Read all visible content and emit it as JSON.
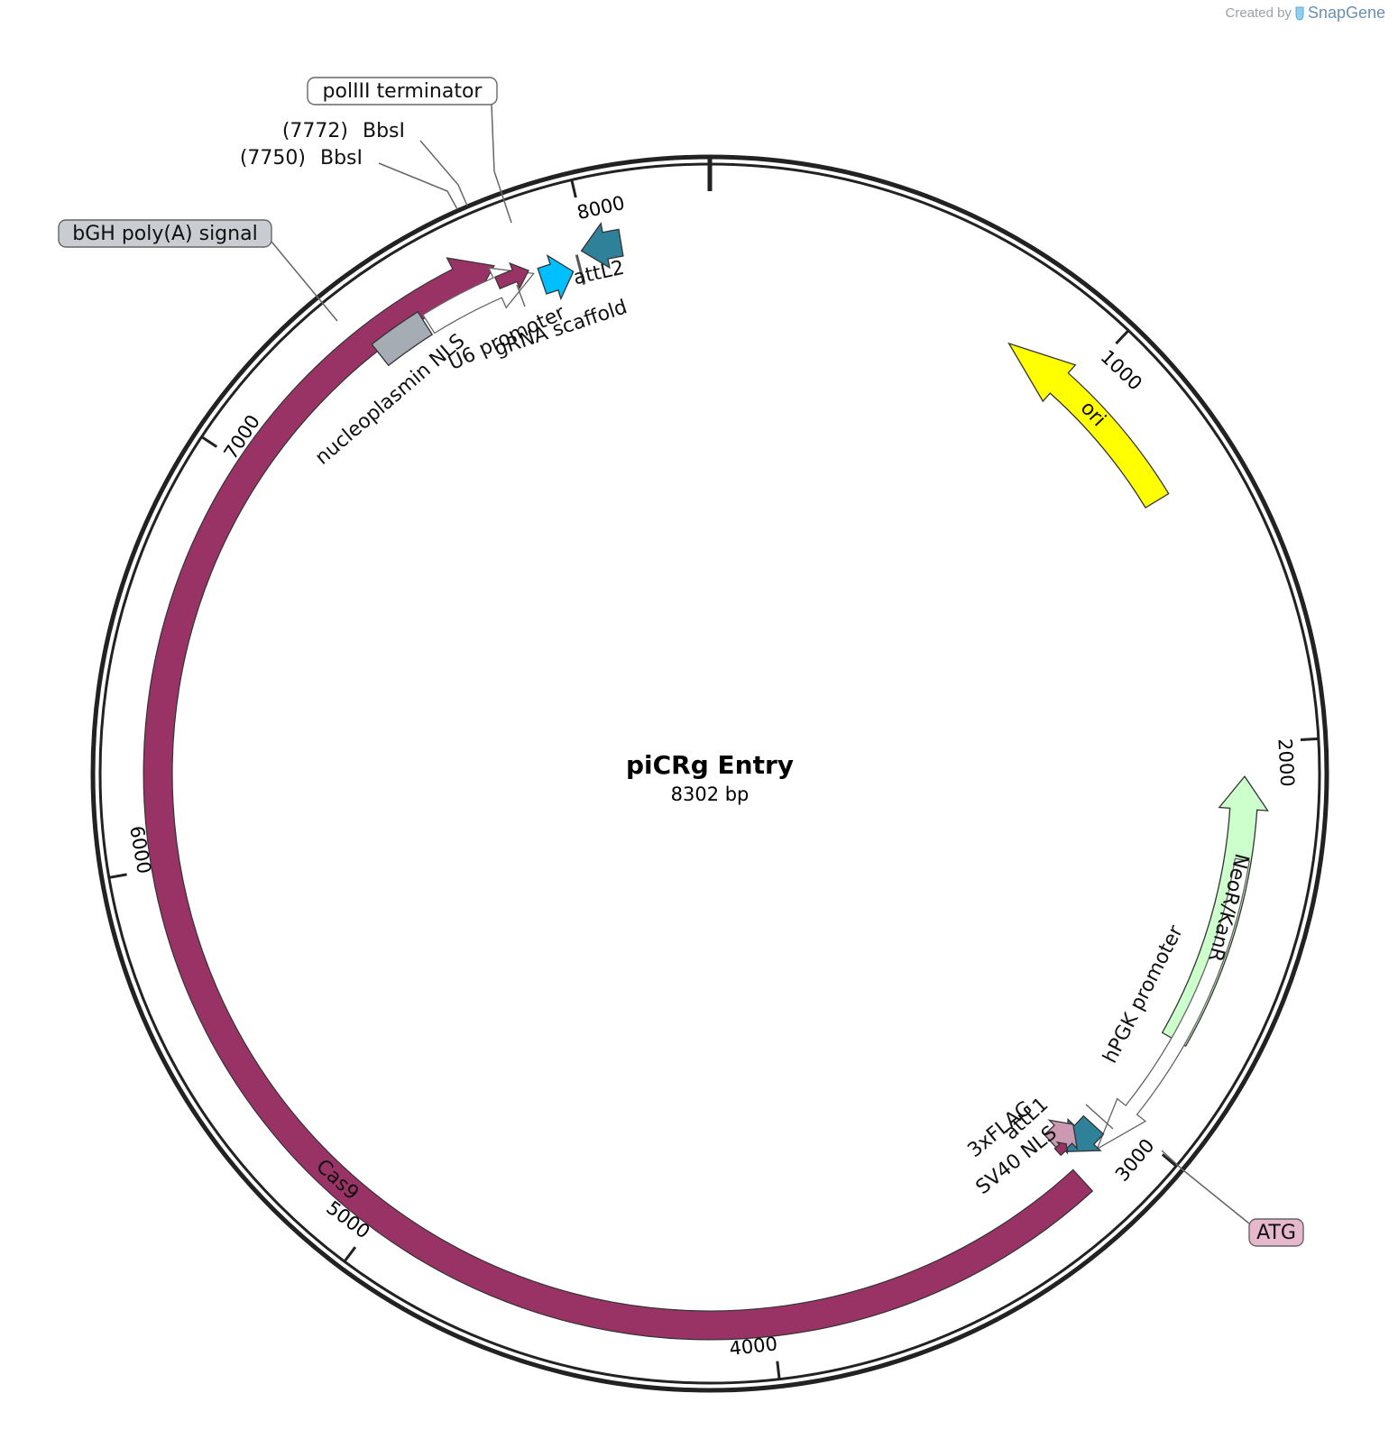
{
  "credit": {
    "prefix": "Created by",
    "brand": "SnapGene"
  },
  "plasmid": {
    "name": "piCRg Entry",
    "length_label": "8302 bp",
    "length": 8302
  },
  "ticks": [
    "1000",
    "2000",
    "3000",
    "4000",
    "5000",
    "6000",
    "7000",
    "8000"
  ],
  "features": [
    {
      "name": "ori",
      "color": "#ffff00"
    },
    {
      "name": "NeoR/KanR",
      "color": "#ccffcc"
    },
    {
      "name": "hPGK promoter",
      "color": "#ffffff"
    },
    {
      "name": "attL1",
      "color": "#2f8099"
    },
    {
      "name": "3xFLAG",
      "color": "#cc99b3"
    },
    {
      "name": "SV40 NLS",
      "color": "#993366"
    },
    {
      "name": "Cas9",
      "color": "#993366"
    },
    {
      "name": "nucleoplasmin NLS",
      "color": "#993366"
    },
    {
      "name": "bGH poly(A) signal",
      "color": "#a6acb3"
    },
    {
      "name": "U6 promoter",
      "color": "#ffffff"
    },
    {
      "name": "gRNA scaffold",
      "color": "#00bfff"
    },
    {
      "name": "attL2",
      "color": "#2f8099"
    }
  ],
  "callouts": {
    "polIII": "polIII terminator",
    "bbs1_pos": "(7772)",
    "bbs1_name": "BbsI",
    "bbs2_pos": "(7750)",
    "bbs2_name": "BbsI",
    "bgh": "bGH poly(A) signal",
    "atg": "ATG"
  }
}
